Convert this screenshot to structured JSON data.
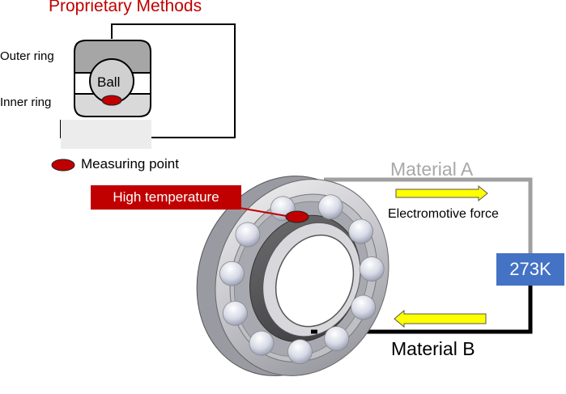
{
  "title": "Proprietary Methods",
  "labels": {
    "outer_ring": "Outer ring",
    "inner_ring": "Inner ring",
    "ball": "Ball",
    "measuring_point": "Measuring point",
    "high_temperature": "High temperature",
    "material_a": "Material A",
    "material_b": "Material B",
    "electromotive_force": "Electromotive force",
    "reference_temp": "273K"
  },
  "icons": [
    "bearing-schematic",
    "bearing-3d-illustration",
    "measuring-point-marker",
    "arrow-right-icon",
    "arrow-left-icon"
  ],
  "colors": {
    "title": "#c00000",
    "marker": "#c00000",
    "material_a_wire": "#a0a0a0",
    "material_b_wire": "#000000",
    "arrow_fill": "#ffff00",
    "reference_box": "#4472c4"
  }
}
